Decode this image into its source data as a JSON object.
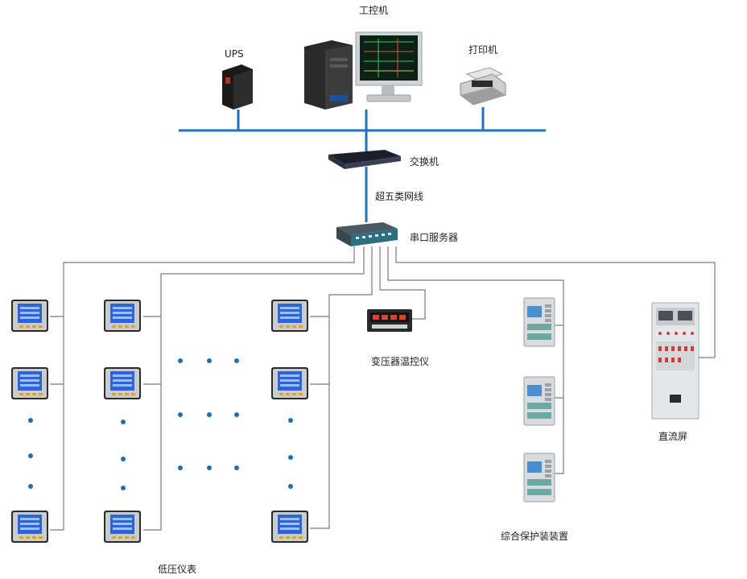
{
  "labels": {
    "industrial_pc": "工控机",
    "ups": "UPS",
    "printer": "打印机",
    "switch": "交换机",
    "cable": "超五类网线",
    "serial_server": "串口服务器",
    "transformer_temp": "变压器温控仪",
    "dc_panel": "直流屏",
    "protection_devices": "综合保护装装置",
    "low_voltage_meters": "低压仪表"
  },
  "colors": {
    "bus": "#1e73be",
    "wire": "#7a7a7a",
    "dot": "#1f6fb0",
    "meter_screen": "#2f64d6",
    "device_body": "#d9dbde"
  }
}
